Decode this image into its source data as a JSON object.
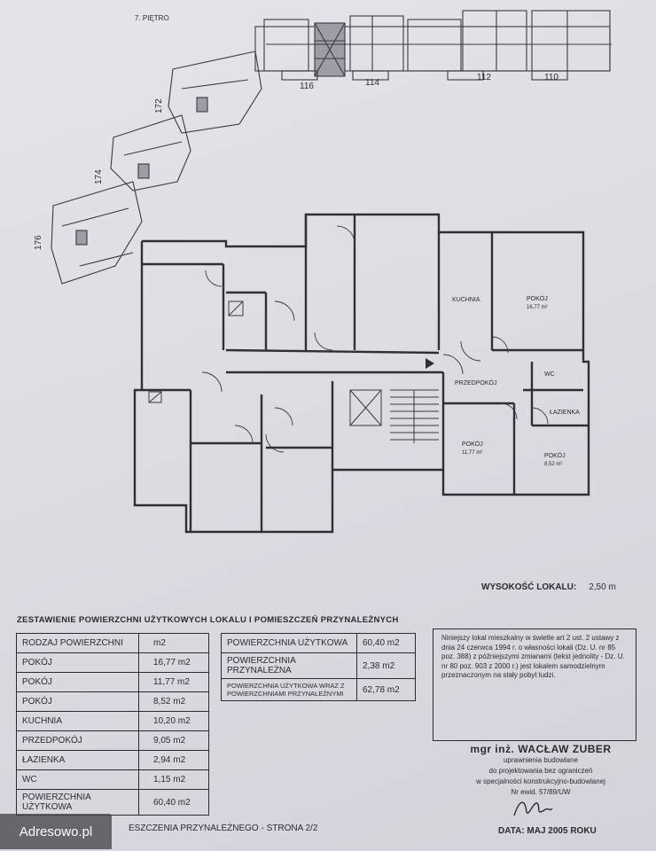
{
  "floor_label": "7. PIĘTRO",
  "wing_numbers": [
    "116",
    "114",
    "112",
    "110",
    "172",
    "174",
    "176"
  ],
  "rooms": [
    {
      "label": "KUCHNIA",
      "area": ""
    },
    {
      "label": "POKÓJ",
      "area": "16,77 m²"
    },
    {
      "label": "WC",
      "area": ""
    },
    {
      "label": "PRZEDPOKÓJ",
      "area": ""
    },
    {
      "label": "ŁAZIENKA",
      "area": ""
    },
    {
      "label": "POKÓJ",
      "area": "11,77 m²"
    },
    {
      "label": "POKÓJ",
      "area": "8,52 m²"
    }
  ],
  "height": {
    "label": "WYSOKOŚĆ LOKALU:",
    "value": "2,50 m"
  },
  "section_title": "ZESTAWIENIE POWIERZCHNI UŻYTKOWYCH LOKALU I POMIESZCZEŃ PRZYNALEŻNYCH",
  "left_table": {
    "header": [
      "RODZAJ POWIERZCHNI",
      "m2"
    ],
    "rows": [
      [
        "POKÓJ",
        "16,77 m2"
      ],
      [
        "POKÓJ",
        "11,77 m2"
      ],
      [
        "POKÓJ",
        "8,52 m2"
      ],
      [
        "KUCHNIA",
        "10,20 m2"
      ],
      [
        "PRZEDPOKÓJ",
        "9,05 m2"
      ],
      [
        "ŁAZIENKA",
        "2,94 m2"
      ],
      [
        "WC",
        "1,15 m2"
      ],
      [
        "POWIERZCHNIA UŻYTKOWA",
        "60,40 m2"
      ]
    ]
  },
  "right_table": {
    "rows": [
      [
        "POWIERZCHNIA UŻYTKOWA",
        "60,40 m2"
      ],
      [
        "POWIERZCHNIA PRZYNALEŻNA",
        "2,38 m2"
      ],
      [
        "POWIERZCHNIA UŻYTKOWA WRAZ Z POWIERZCHNIAMI PRZYNALEŻNYMI",
        "62,78 m2"
      ]
    ]
  },
  "note": "Niniejszy lokal mieszkalny w świetle art 2 ust. 2 ustawy z dnia 24 czerwca 1994 r. o własności lokali (Dz. U. nr 85 poz. 388) z późniejszymi zmianami (tekst jednolity - Dz. U. nr 80 poz. 903 z 2000 r.) jest lokalem samodzielnym przeznaczonym na stały pobyt ludzi.",
  "signature": {
    "name": "mgr inż. WACŁAW ZUBER",
    "lines": [
      "uprawnienia budowlane",
      "do projektowania bez ograniczeń",
      "w specjalności konstrukcyjno-budowlanej",
      "Nr ewid. 57/89/UW"
    ]
  },
  "footer_left": "ESZCZENIA PRZYNALEŻNEGO - STRONA 2/2",
  "date": "DATA: MAJ 2005 ROKU",
  "watermark": "Adresowo.pl"
}
